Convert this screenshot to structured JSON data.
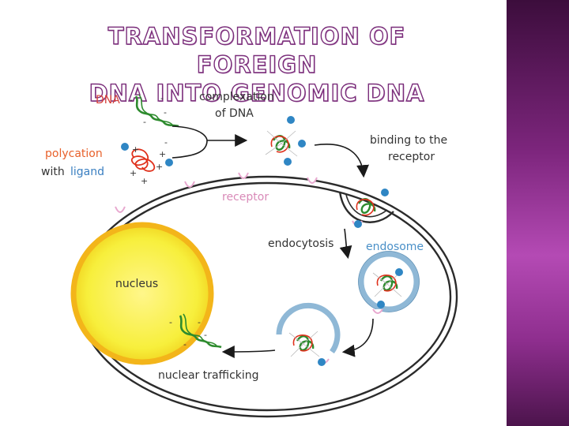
{
  "slide": {
    "title_line1": "TRANSFORMATION OF FOREIGN",
    "title_line2": "DNA INTO GENOMIC DNA"
  },
  "diagram": {
    "labels": {
      "dna": "DNA",
      "complexation_line1": "complexation",
      "complexation_line2": "of DNA",
      "polycation": "polycation",
      "with": "with",
      "ligand": "ligand",
      "binding_line1": "binding to the",
      "binding_line2": "receptor",
      "receptor": "receptor",
      "endocytosis": "endocytosis",
      "endosome": "endosome",
      "nucleus": "nucleus",
      "nuclear_trafficking": "nuclear trafficking"
    },
    "charges": {
      "minus": "-",
      "plus": "+"
    },
    "colors": {
      "title_outline": "#7a2d7a",
      "label_text": "#333333",
      "dna_label": "#d6403a",
      "polycation_label": "#e8612b",
      "ligand_label": "#3a7fc1",
      "receptor_label": "#d98ab8",
      "endosome_label": "#4a90c8",
      "nucleus_fill": "#f7ef3c",
      "nucleus_ring": "#f3b51a",
      "cell_membrane": "#333333",
      "dna_helix": "#2e8b2e",
      "polycation_coil": "#e0311c",
      "ligand_dot": "#2f86c4",
      "receptor_bump": "#e8a8cf",
      "endosome_ring": "#8fb8d6",
      "sidebar": "#8e2e8e"
    }
  }
}
